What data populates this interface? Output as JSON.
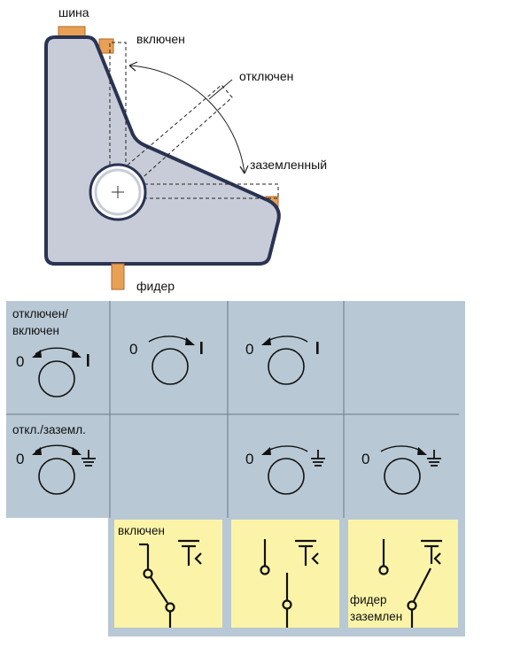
{
  "diagram": {
    "labels": {
      "busbar": "шина",
      "on": "включен",
      "off": "отключен",
      "earthed": "заземленный",
      "feeder": "фидер"
    }
  },
  "table": {
    "row1_label": [
      "отключен/",
      "включен"
    ],
    "row2_label": "откл./заземл.",
    "zero": "0",
    "one": "I"
  },
  "schematics": {
    "panel1_label": "включен",
    "panel3_label": [
      "фидер",
      "заземлен"
    ]
  },
  "colors": {
    "copper": "#e8a055",
    "housing_fill": "#c8ccd8",
    "housing_stroke": "#2a3352",
    "table_bg": "#b8c8d4",
    "schematic_bg": "#fbf4a8"
  }
}
